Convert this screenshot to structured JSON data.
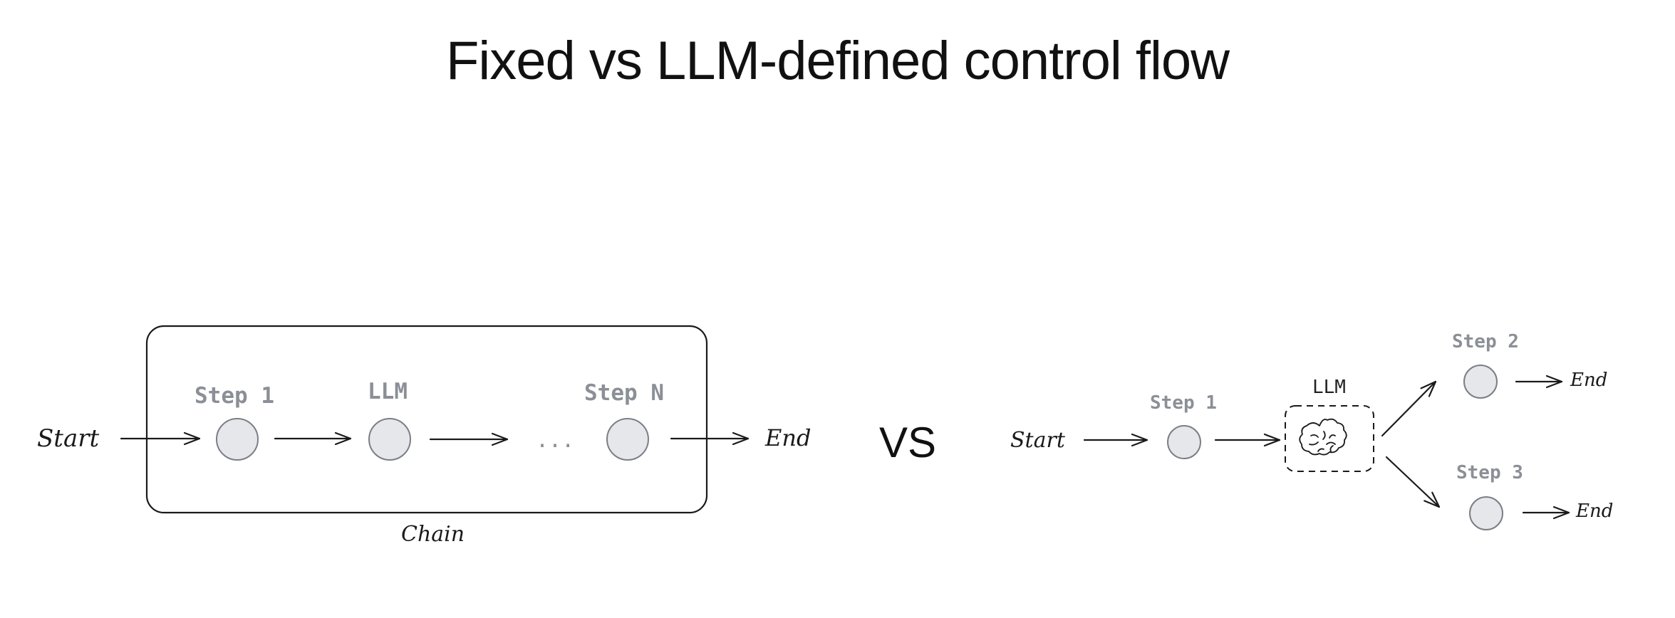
{
  "title": "Fixed vs LLM-defined control flow",
  "left": {
    "start_label": "Start",
    "step1_label": "Step 1",
    "llm_label": "LLM",
    "ellipsis": "...",
    "stepn_label": "Step N",
    "end_label": "End",
    "chain_label": "Chain"
  },
  "separator": "VS",
  "right": {
    "start_label": "Start",
    "step1_label": "Step 1",
    "llm_label": "LLM",
    "llm_icon": "brain-icon",
    "step2_label": "Step 2",
    "step2_end_label": "End",
    "step3_label": "Step 3",
    "step3_end_label": "End"
  },
  "colors": {
    "node_fill": "#e5e7ea",
    "node_stroke": "#7b7f85",
    "muted_text": "#8b8f96",
    "ink": "#1a1a1a"
  }
}
